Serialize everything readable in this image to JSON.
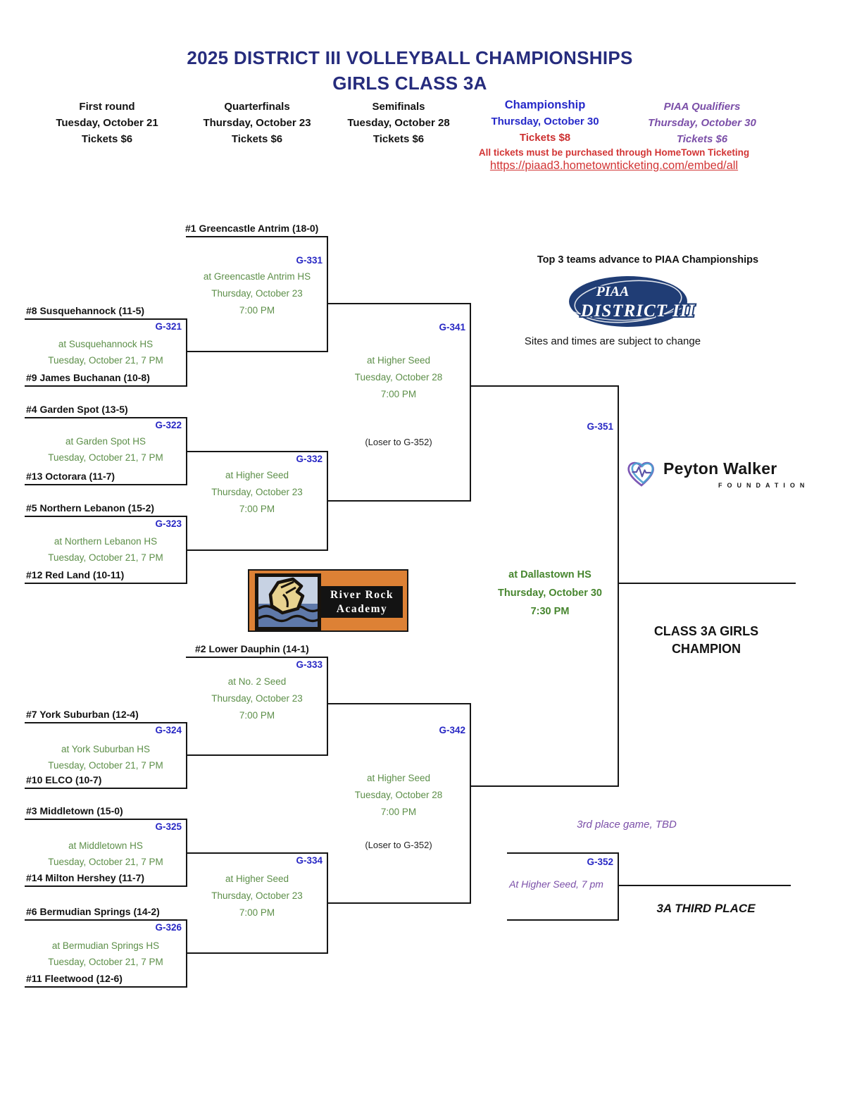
{
  "title": {
    "line1": "2025 DISTRICT III VOLLEYBALL CHAMPIONSHIPS",
    "line2": "GIRLS CLASS 3A"
  },
  "rounds": {
    "first": {
      "name": "First round",
      "date": "Tuesday, October 21",
      "tickets": "Tickets $6"
    },
    "quarter": {
      "name": "Quarterfinals",
      "date": "Thursday, October 23",
      "tickets": "Tickets $6"
    },
    "semi": {
      "name": "Semifinals",
      "date": "Tuesday, October 28",
      "tickets": "Tickets $6"
    },
    "championship": {
      "name": "Championship",
      "date": "Thursday, October 30",
      "tickets": "Tickets $8"
    },
    "piaa": {
      "name": "PIAA Qualifiers",
      "date": "Thursday, October 30",
      "tickets": "Tickets $6"
    }
  },
  "ticketing": {
    "note": "All tickets must be purchased through HomeTown Ticketing",
    "link": "https://piaad3.hometownticketing.com/embed/all"
  },
  "teams": {
    "t1": "#1 Greencastle Antrim (18-0)",
    "t8": "#8 Susquehannock (11-5)",
    "t9": "#9 James Buchanan (10-8)",
    "t4": "#4 Garden Spot (13-5)",
    "t13": "#13 Octorara (11-7)",
    "t5": "#5 Northern Lebanon (15-2)",
    "t12": "#12 Red Land (10-11)",
    "t2": "#2  Lower Dauphin (14-1)",
    "t7": "#7 York Suburban (12-4)",
    "t10": "#10 ELCO (10-7)",
    "t3": "#3 Middletown (15-0)",
    "t14": "#14 Milton Hershey (11-7)",
    "t6": "#6 Bermudian Springs (14-2)",
    "t11": "#11 Fleetwood (12-6)"
  },
  "games": {
    "g321": {
      "id": "G-321",
      "line1": "at Susquehannock HS",
      "line2": "Tuesday, October 21, 7 PM"
    },
    "g322": {
      "id": "G-322",
      "line1": "at Garden Spot HS",
      "line2": "Tuesday, October 21, 7 PM"
    },
    "g323": {
      "id": "G-323",
      "line1": "at Northern Lebanon HS",
      "line2": "Tuesday, October 21, 7 PM"
    },
    "g324": {
      "id": "G-324",
      "line1": "at York Suburban HS",
      "line2": "Tuesday, October 21, 7 PM"
    },
    "g325": {
      "id": "G-325",
      "line1": "at Middletown HS",
      "line2": "Tuesday, October 21, 7 PM"
    },
    "g326": {
      "id": "G-326",
      "line1": "at Bermudian Springs HS",
      "line2": "Tuesday, October 21, 7 PM"
    },
    "g331": {
      "id": "G-331",
      "line1": "at Greencastle Antrim HS",
      "line2": "Thursday, October 23",
      "line3": "7:00 PM"
    },
    "g332": {
      "id": "G-332",
      "line1": "at Higher Seed",
      "line2": "Thursday, October 23",
      "line3": "7:00 PM"
    },
    "g333": {
      "id": "G-333",
      "line1": "at No. 2 Seed",
      "line2": "Thursday, October 23",
      "line3": "7:00 PM"
    },
    "g334": {
      "id": "G-334",
      "line1": "at Higher Seed",
      "line2": "Thursday, October 23",
      "line3": "7:00 PM"
    },
    "g341": {
      "id": "G-341",
      "line1": "at Higher Seed",
      "line2": "Tuesday, October 28",
      "line3": "7:00 PM",
      "loser": "(Loser to G-352)"
    },
    "g342": {
      "id": "G-342",
      "line1": "at Higher Seed",
      "line2": "Tuesday, October 28",
      "line3": "7:00 PM",
      "loser": "(Loser to G-352)"
    },
    "g351": {
      "id": "G-351",
      "line1": "at Dallastown HS",
      "line2": "Thursday, October 30",
      "line3": "7:30 PM"
    },
    "g352": {
      "id": "G-352",
      "line1": "At Higher Seed, 7 pm"
    }
  },
  "annotations": {
    "advance": "Top 3 teams advance to PIAA Championships",
    "subject_to_change": "Sites and times are subject to change",
    "champion_line1": "CLASS 3A GIRLS",
    "champion_line2": "CHAMPION",
    "third_place_game": "3rd place game, TBD",
    "third_place_label": "3A THIRD PLACE"
  },
  "logos": {
    "piaa_district": {
      "line1": "PIAA",
      "line2": "DISTRICT III"
    },
    "peyton_walker": {
      "name": "Peyton Walker",
      "sub": "FOUNDATION"
    },
    "river_rock": {
      "line1": "River Rock",
      "line2": "Academy"
    }
  },
  "colors": {
    "title_navy": "#262c7d",
    "game_label_blue": "#2727c4",
    "championship_blue": "#2629c9",
    "ticket_red": "#cc2f2f",
    "link_red": "#d23535",
    "venue_green": "#5d8f49",
    "final_green": "#47862f",
    "purple": "#7b4fa8",
    "logo_navy": "#203d75",
    "logo_orange": "#dd8135"
  }
}
